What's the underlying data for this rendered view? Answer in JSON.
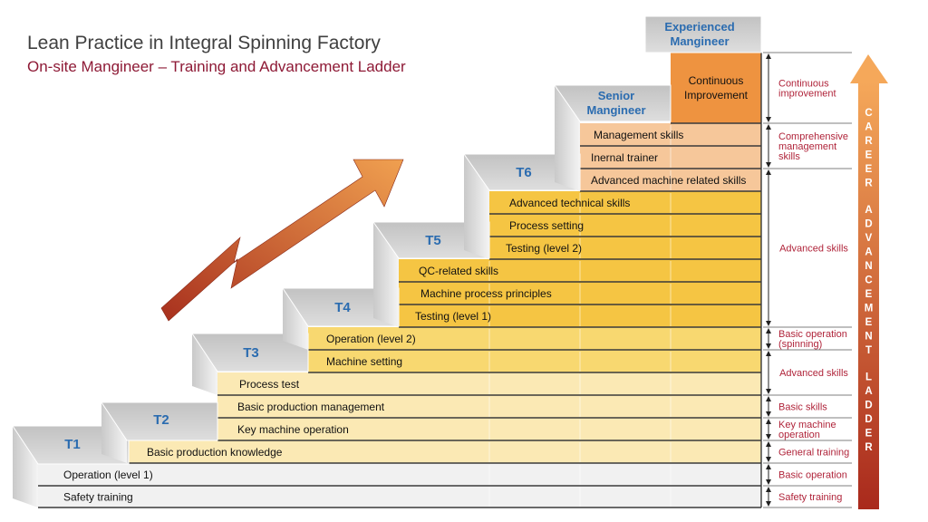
{
  "title": "Lean Practice in Integral Spinning Factory",
  "subtitle": "On-site Mangineer – Training and Advancement Ladder",
  "ladder_label": "CAREER ADVANCEMENT LADDER",
  "steps": [
    {
      "id": "T1",
      "label": "T1"
    },
    {
      "id": "T2",
      "label": "T2"
    },
    {
      "id": "T3",
      "label": "T3"
    },
    {
      "id": "T4",
      "label": "T4"
    },
    {
      "id": "T5",
      "label": "T5"
    },
    {
      "id": "T6",
      "label": "T6"
    },
    {
      "id": "senior",
      "label_lines": [
        "Senior",
        "Mangineer"
      ]
    },
    {
      "id": "experienced",
      "label_lines": [
        "Experienced",
        "Mangineer"
      ]
    }
  ],
  "rows": [
    {
      "step": "T1",
      "text": "Safety training"
    },
    {
      "step": "T1",
      "text": "Operation (level 1)"
    },
    {
      "step": "T2",
      "text": "Basic production knowledge"
    },
    {
      "step": "T3",
      "text": "Key machine operation"
    },
    {
      "step": "T3",
      "text": "Basic production management"
    },
    {
      "step": "T3",
      "text": "Process test"
    },
    {
      "step": "T4",
      "text": "Machine setting"
    },
    {
      "step": "T4",
      "text": "Operation (level 2)"
    },
    {
      "step": "T5",
      "text": "Testing (level 1)"
    },
    {
      "step": "T5",
      "text": "Machine process principles"
    },
    {
      "step": "T5",
      "text": "QC-related skills"
    },
    {
      "step": "T6",
      "text": "Testing (level 2)"
    },
    {
      "step": "T6",
      "text": "Process setting"
    },
    {
      "step": "T6",
      "text": "Advanced technical skills"
    },
    {
      "step": "senior",
      "text": "Advanced machine related skills"
    },
    {
      "step": "senior",
      "text": "Inernal trainer"
    },
    {
      "step": "senior",
      "text": "Management skills"
    },
    {
      "step": "experienced",
      "text_lines": [
        "Continuous",
        "Improvement"
      ]
    }
  ],
  "categories": [
    {
      "label_lines": [
        "Safety training"
      ]
    },
    {
      "label_lines": [
        "Basic operation"
      ]
    },
    {
      "label_lines": [
        "General training"
      ]
    },
    {
      "label_lines": [
        "Key machine",
        "operation"
      ]
    },
    {
      "label_lines": [
        "Basic skills"
      ]
    },
    {
      "label_lines": [
        "Advanced skills"
      ]
    },
    {
      "label_lines": [
        "Basic operation",
        "(spinning)"
      ]
    },
    {
      "label_lines": [
        "Advanced skills"
      ]
    },
    {
      "label_lines": [
        "Comprehensive",
        "management",
        "skills"
      ]
    },
    {
      "label_lines": [
        "Continuous",
        "improvement"
      ]
    }
  ],
  "colors": {
    "gray_face": "#f1f1f1",
    "pale_yellow": "#fbe9b4",
    "yellow": "#f8d870",
    "gold": "#f5c543",
    "peach": "#f6c79a",
    "orange": "#f2a463",
    "deep_orange": "#ee9340",
    "step_label": "#2b6cb0",
    "category_text": "#b0243a",
    "arrow_top": "#f5a85a",
    "arrow_bottom": "#a9291c",
    "diagonal_arrow_light": "#f0a050",
    "diagonal_arrow_dark": "#a8301e"
  }
}
